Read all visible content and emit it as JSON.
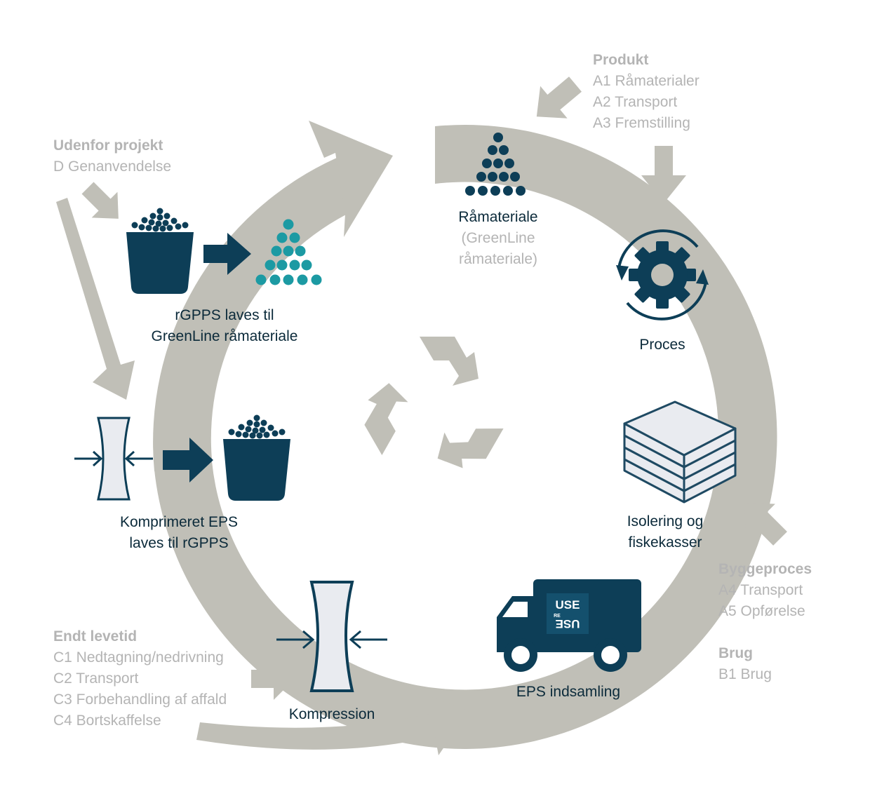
{
  "colors": {
    "ring": "#c0bfb7",
    "navy": "#0d3e57",
    "teal": "#1c9aa3",
    "grey_text": "#b4b4b4",
    "dark_text": "#0b2a3a",
    "icon_outline": "#1f4a63",
    "compress_fill": "#e9ebf0"
  },
  "stages": {
    "raw": {
      "title": "Råmateriale",
      "sub1": "(GreenLine",
      "sub2": "råmateriale)",
      "icon": "bead-pyramid-icon"
    },
    "process": {
      "title": "Proces",
      "icon": "gear-cycle-icon"
    },
    "insulation": {
      "line1": "Isolering og",
      "line2": "fiskekasser",
      "icon": "eps-board-stack-icon"
    },
    "collection": {
      "title": "EPS indsamling",
      "icon": "truck-icon",
      "logo_top": "USE",
      "logo_mid": "RE",
      "logo_bottom": "USE"
    },
    "compression": {
      "title": "Kompression",
      "icon": "compression-icon"
    },
    "compressed": {
      "line1": "Komprimeret EPS",
      "line2": "laves til rGPPS",
      "icon": "compressed-to-bucket-icon"
    },
    "rgpps": {
      "line1": "rGPPS laves til",
      "line2": "GreenLine råmateriale",
      "icon": "bucket-to-pyramid-icon"
    }
  },
  "phases": {
    "product": {
      "title": "Produkt",
      "items": [
        "A1 Råmaterialer",
        "A2 Transport",
        "A3 Fremstilling"
      ]
    },
    "build": {
      "title": "Byggeproces",
      "items": [
        "A4 Transport",
        "A5 Opførelse"
      ]
    },
    "use": {
      "title": "Brug",
      "items": [
        "B1 Brug"
      ]
    },
    "end": {
      "title": "Endt levetid",
      "items": [
        "C1 Nedtagning/nedrivning",
        "C2 Transport",
        "C3 Forbehandling af affald",
        "C4 Bortskaffelse"
      ]
    },
    "outside": {
      "title": "Udenfor projekt",
      "items": [
        "D Genanvendelse"
      ]
    }
  },
  "center_icon": "recycle-icon"
}
